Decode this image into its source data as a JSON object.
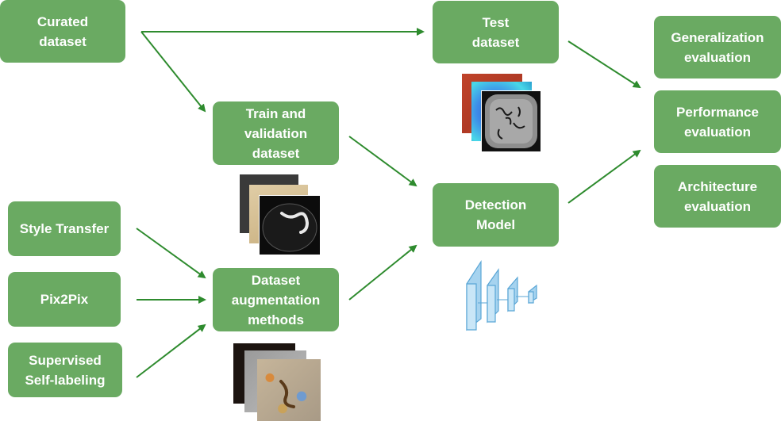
{
  "colors": {
    "box_fill": "#6aaa62",
    "box_text": "#ffffff",
    "arrow": "#2e8b2e",
    "net_fill": "#a6d3ef",
    "net_stroke": "#5aa6d6"
  },
  "boxes": {
    "curated": "Curated\ndataset",
    "test": "Test\ndataset",
    "train": "Train and\nvalidation\ndataset",
    "detection": "Detection\nModel",
    "augmentation": "Dataset\naugmentation\nmethods",
    "style_transfer": "Style Transfer",
    "pix2pix": "Pix2Pix",
    "self_labeling": "Supervised\nSelf-labeling",
    "generalization": "Generalization\nevaluation",
    "performance": "Performance\nevaluation",
    "architecture": "Architecture\nevaluation"
  },
  "icons": {
    "test_images": "microscopy-image-stack-icon",
    "train_images": "worm-image-stack-icon",
    "augmented_images": "augmented-image-stack-icon",
    "network": "cnn-architecture-icon"
  }
}
